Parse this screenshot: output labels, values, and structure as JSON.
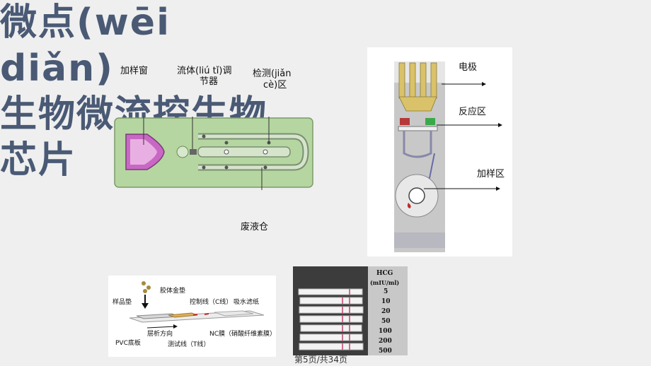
{
  "title": {
    "line1": "微点(wēi diǎn)",
    "line2": "生物微流控生物",
    "line3": "芯片"
  },
  "chip_figure": {
    "label_sample_window": "加样窗",
    "label_flow_regulator_1": "流体(liú tǐ)调",
    "label_flow_regulator_2": "节器",
    "label_detection_1": "检测(jiǎn",
    "label_detection_2": "cè)区",
    "label_waste": "废液仓"
  },
  "electrode_figure": {
    "label_electrode": "电极",
    "label_reaction": "反应区",
    "label_sample": "加样区"
  },
  "strip_figure": {
    "gold_pad": "胶体金垫",
    "sample_pad": "样品垫",
    "control_line": "控制线（C线）",
    "absorbent": "吸水滤纸",
    "flow_direction": "层析方向",
    "pvc_base": "PVC底板",
    "test_line": "测试线（T线）",
    "nc_membrane": "NC膜（硝酸纤维素膜）"
  },
  "hcg_figure": {
    "header_1": "HCG",
    "header_2": "(mIU/ml)",
    "levels": [
      "5",
      "10",
      "20",
      "50",
      "100",
      "200",
      "500"
    ]
  },
  "page_number": "第5页/共34页"
}
